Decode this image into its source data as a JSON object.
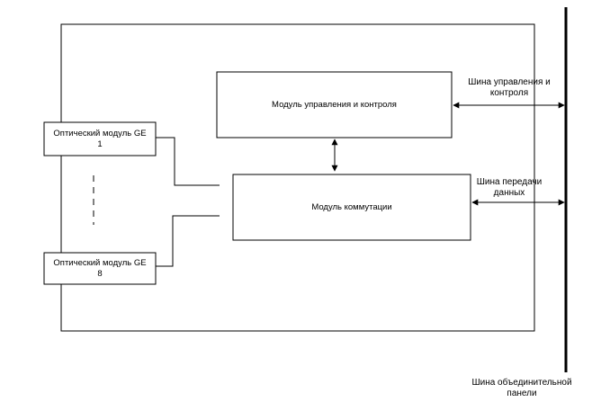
{
  "modules": {
    "control": {
      "label": "Модуль управления и контроля"
    },
    "switching": {
      "label": "Модуль коммутации"
    },
    "optical_first": {
      "line1": "Оптический модуль GE",
      "line2": "1"
    },
    "optical_last": {
      "line1": "Оптический модуль GE",
      "line2": "8"
    }
  },
  "buses": {
    "control_bus": {
      "line1": "Шина управления и",
      "line2": "контроля"
    },
    "data_bus": {
      "line1": "Шина передачи",
      "line2": "данных"
    },
    "backplane": {
      "line1": "Шина объединительной",
      "line2": "панели"
    }
  }
}
